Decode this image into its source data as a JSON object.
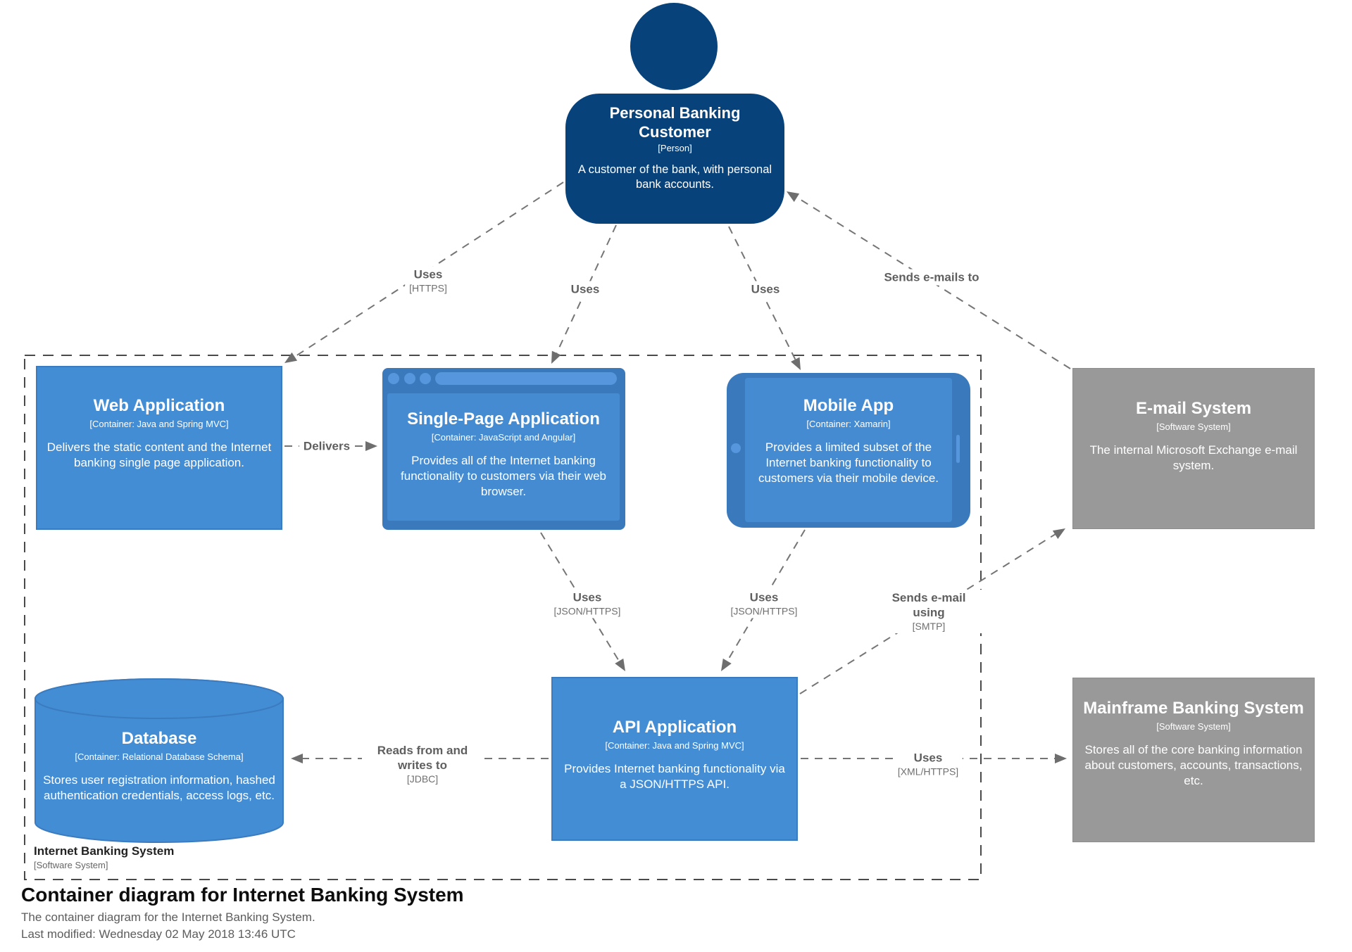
{
  "diagram": {
    "title": "Container diagram for Internet Banking System",
    "subtitle": "The container diagram for the Internet Banking System.",
    "last_modified": "Last modified: Wednesday 02 May 2018 13:46 UTC"
  },
  "boundary": {
    "name": "Internet Banking System",
    "meta": "[Software System]"
  },
  "colors": {
    "person": "#08427b",
    "container": "#438dd5",
    "container_frame": "#3a7abc",
    "container_accent": "#5596dc",
    "external_system": "#999999",
    "relationship": "#757575"
  },
  "nodes": {
    "person": {
      "name": "Personal Banking Customer",
      "meta": "[Person]",
      "description": "A customer of the bank, with personal bank accounts."
    },
    "web_app": {
      "name": "Web Application",
      "meta": "[Container: Java and Spring MVC]",
      "description": "Delivers the static content and the Internet banking single page application."
    },
    "spa": {
      "name": "Single-Page Application",
      "meta": "[Container: JavaScript and Angular]",
      "description": "Provides all of the Internet banking functionality to customers via their web browser."
    },
    "mobile": {
      "name": "Mobile App",
      "meta": "[Container: Xamarin]",
      "description": "Provides a limited subset of the Internet banking functionality to customers via their mobile device."
    },
    "email": {
      "name": "E-mail System",
      "meta": "[Software System]",
      "description": "The internal Microsoft Exchange e-mail system."
    },
    "database": {
      "name": "Database",
      "meta": "[Container: Relational Database Schema]",
      "description": "Stores user registration information, hashed authentication credentials, access logs, etc."
    },
    "api": {
      "name": "API Application",
      "meta": "[Container: Java and Spring MVC]",
      "description": "Provides Internet banking functionality via a JSON/HTTPS API."
    },
    "mainframe": {
      "name": "Mainframe Banking System",
      "meta": "[Software System]",
      "description": "Stores all of the core banking information about customers, accounts, transactions, etc."
    }
  },
  "relationships": {
    "person_web": {
      "label": "Uses",
      "tech": "[HTTPS]"
    },
    "person_spa": {
      "label": "Uses"
    },
    "person_mobile": {
      "label": "Uses"
    },
    "email_person": {
      "label": "Sends e-mails to"
    },
    "web_spa": {
      "label": "Delivers"
    },
    "spa_api": {
      "label": "Uses",
      "tech": "[JSON/HTTPS]"
    },
    "mobile_api": {
      "label": "Uses",
      "tech": "[JSON/HTTPS]"
    },
    "api_email": {
      "label": "Sends e-mail using",
      "tech": "[SMTP]"
    },
    "api_db": {
      "label": "Reads from and writes to",
      "tech": "[JDBC]"
    },
    "api_mainframe": {
      "label": "Uses",
      "tech": "[XML/HTTPS]"
    }
  }
}
